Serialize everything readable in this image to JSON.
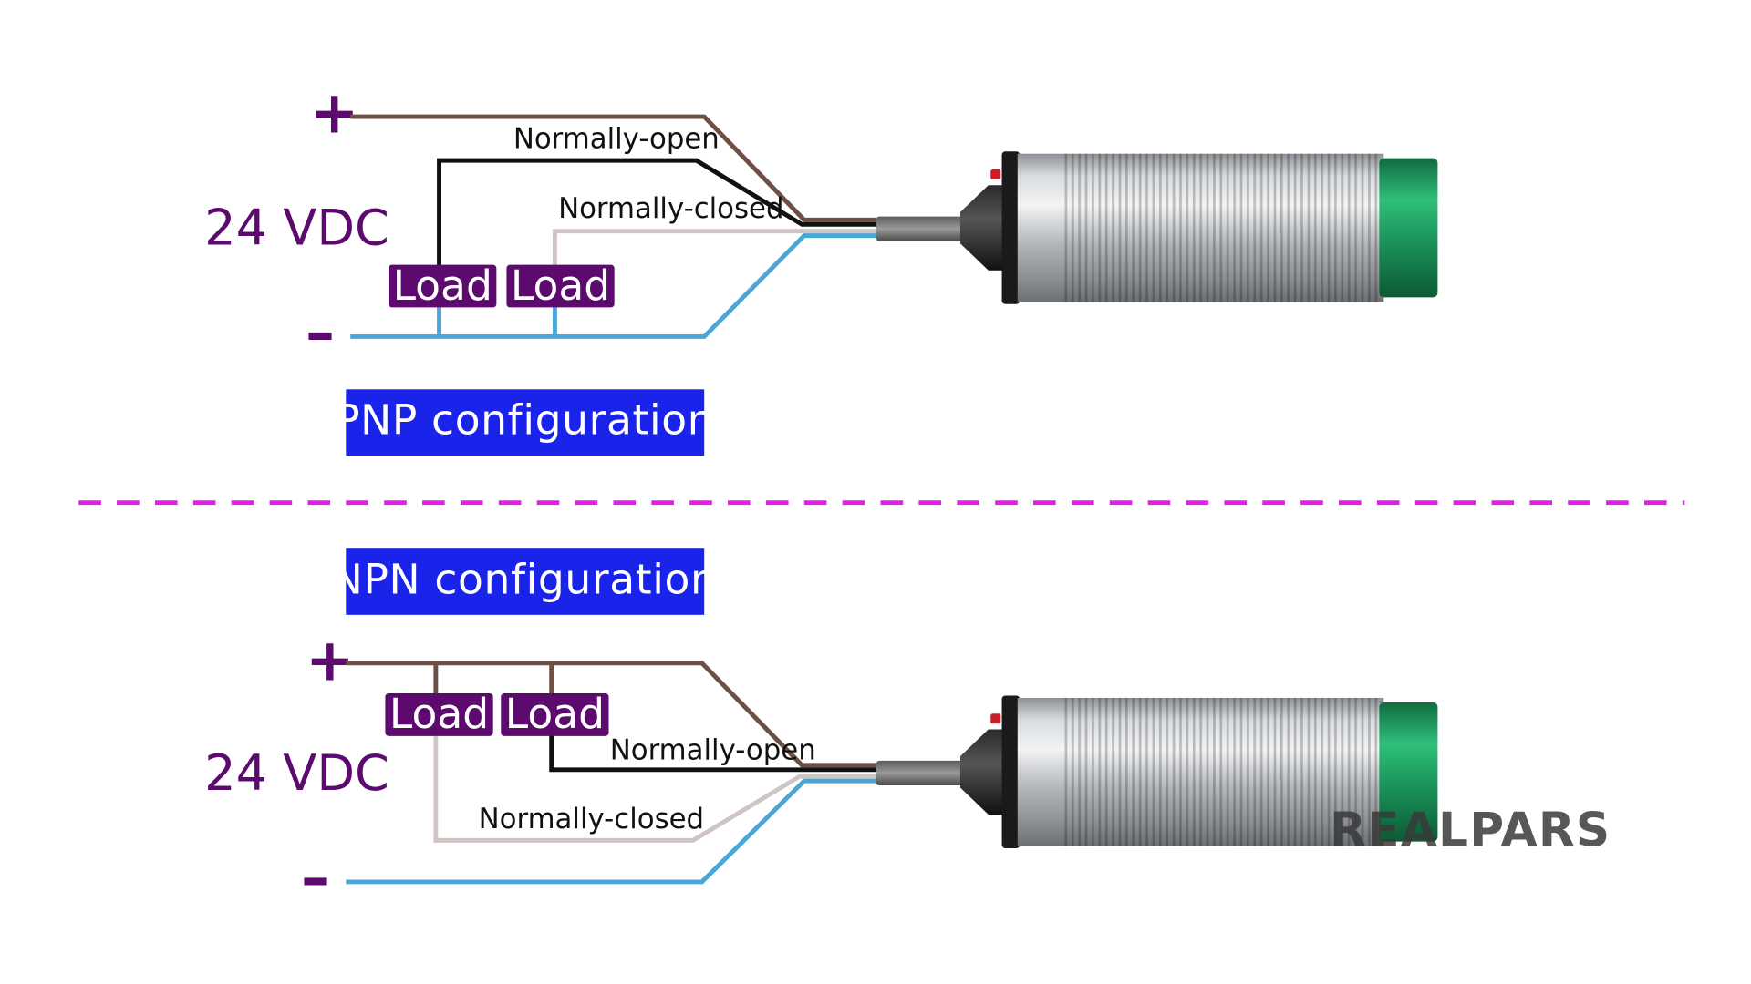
{
  "colors": {
    "purple": "#5c0a6e",
    "config_blue": "#1a23ea",
    "divider_magenta": "#e020e6",
    "wire_brown": "#6e4f46",
    "wire_black": "#111111",
    "wire_gray": "#cfc6c4",
    "wire_blue": "#4aa6d6",
    "sensor_green": "#1d9a5e",
    "sensor_metal": "#b8bcc0"
  },
  "pnp": {
    "title": "PNP configuration",
    "plus": "+",
    "minus": "–",
    "voltage": "24 VDC",
    "no_label": "Normally-open",
    "nc_label": "Normally-closed",
    "load1": "Load",
    "load2": "Load"
  },
  "npn": {
    "title": "NPN configuration",
    "plus": "+",
    "minus": "–",
    "voltage": "24 VDC",
    "no_label": "Normally-open",
    "nc_label": "Normally-closed",
    "load1": "Load",
    "load2": "Load"
  },
  "brand": "REALPARS"
}
